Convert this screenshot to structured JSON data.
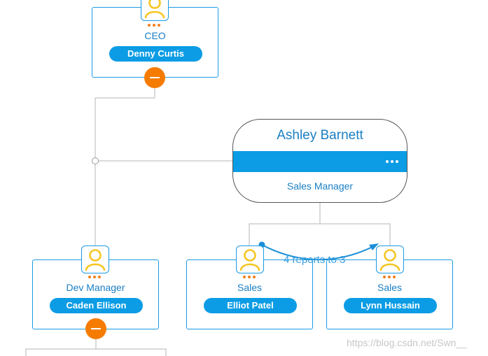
{
  "nodes": {
    "ceo": {
      "role": "CEO",
      "name": "Denny Curtis"
    },
    "dev_manager": {
      "role": "Dev Manager",
      "name": "Caden Ellison"
    },
    "sales_1": {
      "role": "Sales",
      "name": "Elliot Patel"
    },
    "sales_2": {
      "role": "Sales",
      "name": "Lynn Hussain"
    },
    "sales_manager": {
      "name": "Ashley Barnett",
      "role": "Sales Manager"
    }
  },
  "link": {
    "label": "4 reports to 3"
  },
  "watermark": "https://blog.csdn.net/Swn__",
  "colors": {
    "accent_blue": "#0b9ce5",
    "text_blue": "#1a7fc4",
    "collapse_orange": "#f57c00",
    "dots_orange": "#f07f20",
    "avatar_yellow": "#f6c623",
    "wire_gray": "#b5b5b5"
  },
  "icons": {
    "avatar": "person-icon",
    "collapse": "minus-icon",
    "more": "more-dots-icon"
  }
}
